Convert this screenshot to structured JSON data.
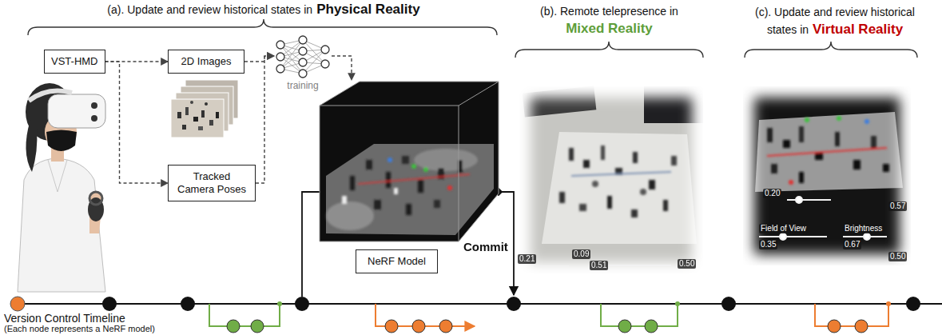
{
  "diagram": {
    "nodes": [
      {
        "text": [
          "VST-HMD"
        ]
      },
      {
        "text": [
          "2D Images"
        ]
      },
      {
        "text": [
          "Tracked Camera Poses"
        ]
      },
      {
        "text": [
          "training"
        ]
      },
      {
        "text": [
          "NeRF Model"
        ]
      }
    ],
    "edges": [
      {
        "from": 0,
        "to": 1,
        "arrow": "to"
      },
      {
        "from": 0,
        "to": 2,
        "arrow": "to"
      },
      {
        "from": 1,
        "to": 3,
        "arrow": "to"
      },
      {
        "from": 2,
        "to": 3,
        "arrow": "to"
      },
      {
        "from": 3,
        "to": 4,
        "arrow": "to"
      }
    ],
    "labels": [
      "(a). Update and review historical states in",
      "Physical Reality",
      "(b). Remote telepresence in",
      "Mixed Reality",
      "(c). Update and review historical states in",
      "Virtual Reality",
      "Commit",
      "Version Control Timeline",
      "(Each node represents a NeRF model)",
      "0.21",
      "0.09",
      "0.51",
      "0.50",
      "0.20",
      "0.57",
      "Field of View",
      "0.35",
      "Brightness",
      "0.67",
      "0.50"
    ]
  }
}
